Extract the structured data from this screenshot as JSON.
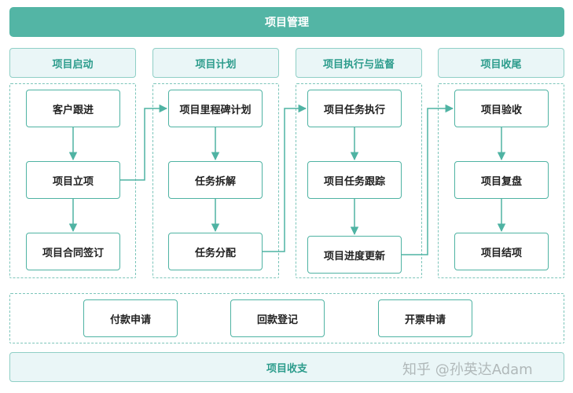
{
  "title": "项目管理",
  "phases": [
    {
      "label": "项目启动",
      "steps": [
        "客户跟进",
        "项目立项",
        "项目合同签订"
      ]
    },
    {
      "label": "项目计划",
      "steps": [
        "项目里程碑计划",
        "任务拆解",
        "任务分配"
      ]
    },
    {
      "label": "项目执行与监督",
      "steps": [
        "项目任务执行",
        "项目任务跟踪",
        "项目进度更新"
      ]
    },
    {
      "label": "项目收尾",
      "steps": [
        "项目验收",
        "项目复盘",
        "项目结项"
      ]
    }
  ],
  "finance": {
    "items": [
      "付款申请",
      "回款登记",
      "开票申请"
    ],
    "label": "项目收支"
  },
  "watermark": "知乎 @孙英达Adam",
  "colors": {
    "accent": "#53b5a5",
    "light": "#eaf6f7",
    "border": "#8fcfc6",
    "text": "#2c9c8c"
  }
}
